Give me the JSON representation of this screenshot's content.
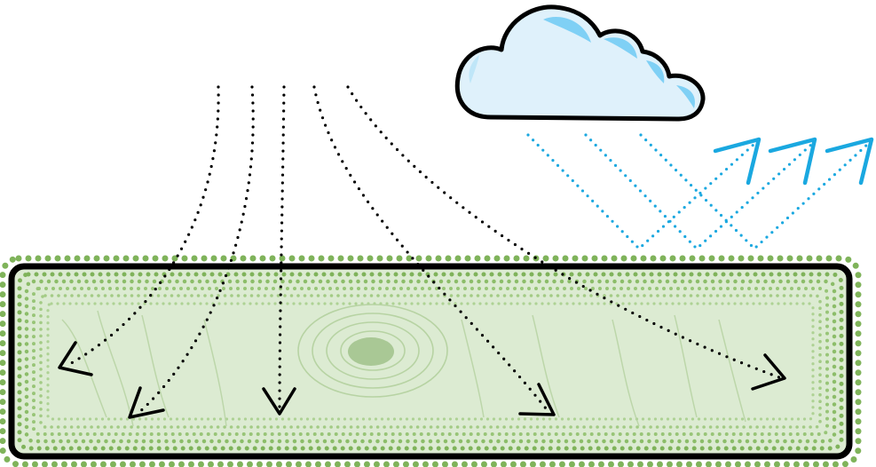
{
  "diagram": {
    "colors": {
      "background": "#ffffff",
      "outline": "#000000",
      "ground_fill": "#dcebd2",
      "ground_dots": "#7fb35a",
      "ground_texture": "#b7d3a3",
      "cloud_fill": "#dff1fb",
      "cloud_highlight": "#7fd0f5",
      "reflected_rays": "#1aa8e0",
      "incoming_rays": "#000000"
    },
    "icons": {
      "cloud": "cloud-icon",
      "ground": "ground-slab",
      "incoming": "dotted-arrow-icon",
      "reflected": "reflected-arrow-icon"
    },
    "incoming_ray_count": 5,
    "reflected_ray_count": 3
  }
}
